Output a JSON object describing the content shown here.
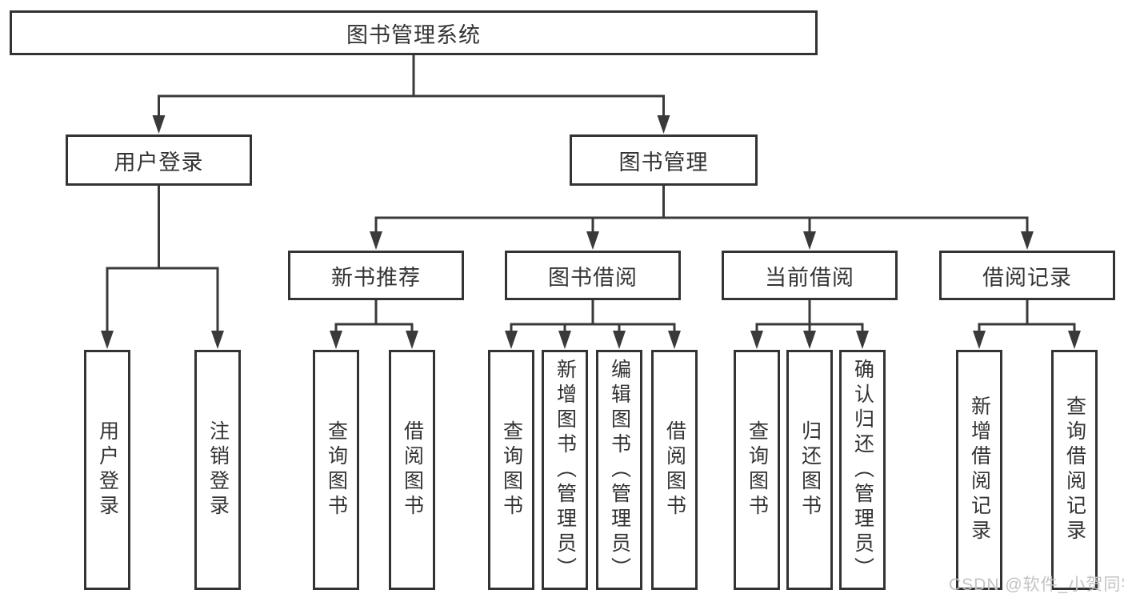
{
  "diagram_title": "图书管理系统",
  "colors": {
    "line": "#3a3a3a",
    "text": "#333333",
    "box_border": "#333333",
    "background": "#ffffff",
    "watermark": "#c3c3c3"
  },
  "tree": {
    "root": {
      "label": "图书管理系统",
      "children": [
        {
          "label": "用户登录",
          "children": [
            {
              "label": "用户登录"
            },
            {
              "label": "注销登录"
            }
          ]
        },
        {
          "label": "图书管理",
          "children": [
            {
              "label": "新书推荐",
              "children": [
                {
                  "label": "查询图书"
                },
                {
                  "label": "借阅图书"
                }
              ]
            },
            {
              "label": "图书借阅",
              "children": [
                {
                  "label": "查询图书"
                },
                {
                  "label": "新增图书（管理员）"
                },
                {
                  "label": "编辑图书（管理员）"
                },
                {
                  "label": "借阅图书"
                }
              ]
            },
            {
              "label": "当前借阅",
              "children": [
                {
                  "label": "查询图书"
                },
                {
                  "label": "归还图书"
                },
                {
                  "label": "确认归还（管理员）"
                }
              ]
            },
            {
              "label": "借阅记录",
              "children": [
                {
                  "label": "新增借阅记录"
                },
                {
                  "label": "查询借阅记录"
                }
              ]
            }
          ]
        }
      ]
    }
  },
  "watermark": {
    "text": "CSDN @软件_小贺同学"
  }
}
